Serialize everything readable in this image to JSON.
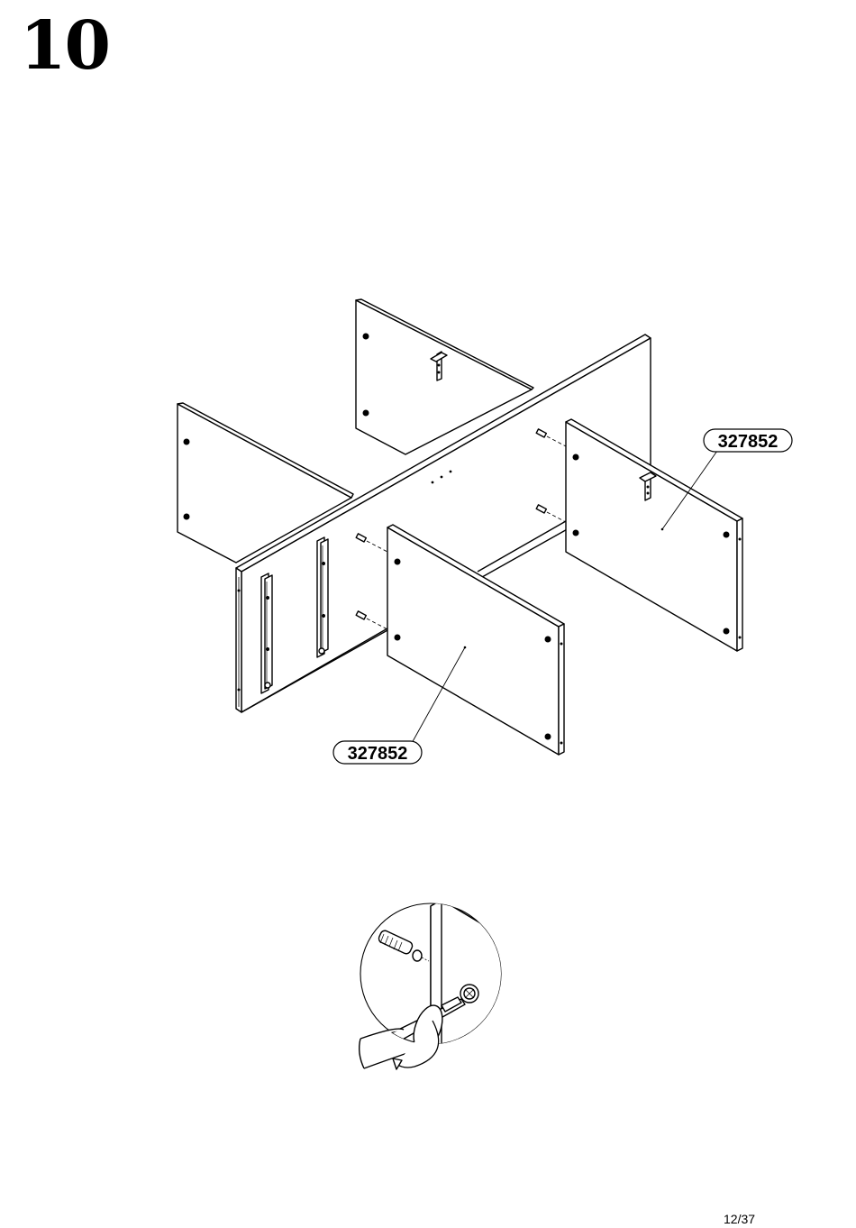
{
  "step": {
    "number": "10"
  },
  "parts": [
    {
      "label": "327852"
    },
    {
      "label": "327852"
    }
  ],
  "footer": {
    "page": "12/37"
  }
}
